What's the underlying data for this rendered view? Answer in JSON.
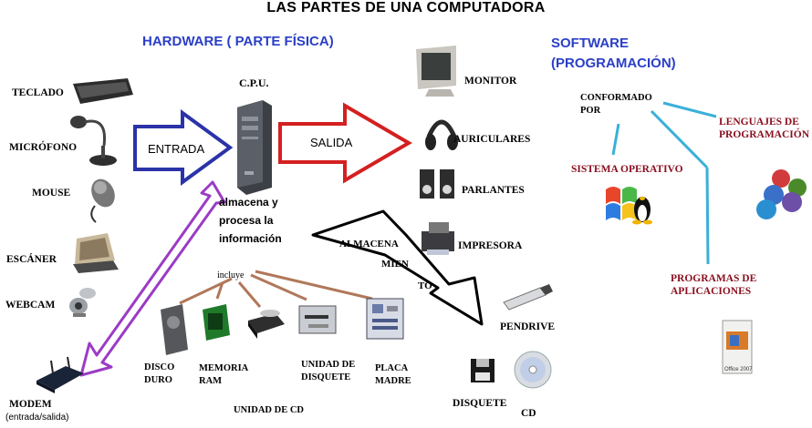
{
  "title": "LAS PARTES DE UNA COMPUTADORA",
  "hardware": {
    "heading": "HARDWARE  ( PARTE FÍSICA)",
    "input_devices": [
      "TECLADO",
      "MICRÓFONO",
      "MOUSE",
      "ESCÁNER",
      "WEBCAM"
    ],
    "modem": [
      "MODEM",
      "(entrada/salida)"
    ],
    "cpu_label": "C.P.U.",
    "cpu_note": [
      "almacena y",
      "procesa la",
      "información"
    ],
    "entrada_label": "ENTRADA",
    "salida_label": "SALIDA",
    "output_devices": [
      "MONITOR",
      "AURICULARES",
      "PARLANTES",
      "IMPRESORA"
    ],
    "includes_label": "incluye",
    "components": {
      "disco": [
        "DISCO",
        "DURO"
      ],
      "ram": [
        "MEMORIA",
        "RAM"
      ],
      "cd_unit": "UNIDAD DE CD",
      "disquete_unit": [
        "UNIDAD DE",
        "DISQUETE"
      ],
      "placa": [
        "PLACA",
        "MADRE"
      ]
    },
    "storage_arrow": [
      "ALMACENA",
      "MIEN",
      "TO"
    ],
    "storage_devices": [
      "PENDRIVE",
      "DISQUETE",
      "CD"
    ]
  },
  "software": {
    "heading": [
      "SOFTWARE",
      "(PROGRAMACIÓN)"
    ],
    "conformado": [
      "CONFORMADO",
      "POR"
    ],
    "items": {
      "lenguajes": [
        "LENGUAJES DE",
        "PROGRAMACIÓN"
      ],
      "sistema": "SISTEMA OPERATIVO",
      "programas": [
        "PROGRAMAS DE",
        "APLICACIONES"
      ]
    },
    "office_label": "Office 2007"
  },
  "colors": {
    "heading_blue": "#2a3fc6",
    "entrada_arrow": "#2b33a8",
    "salida_arrow": "#d42020",
    "modem_arrow": "#9b3cc4",
    "component_line": "#b0785a",
    "software_line": "#3ab0d8",
    "software_label": "#8a1020"
  }
}
